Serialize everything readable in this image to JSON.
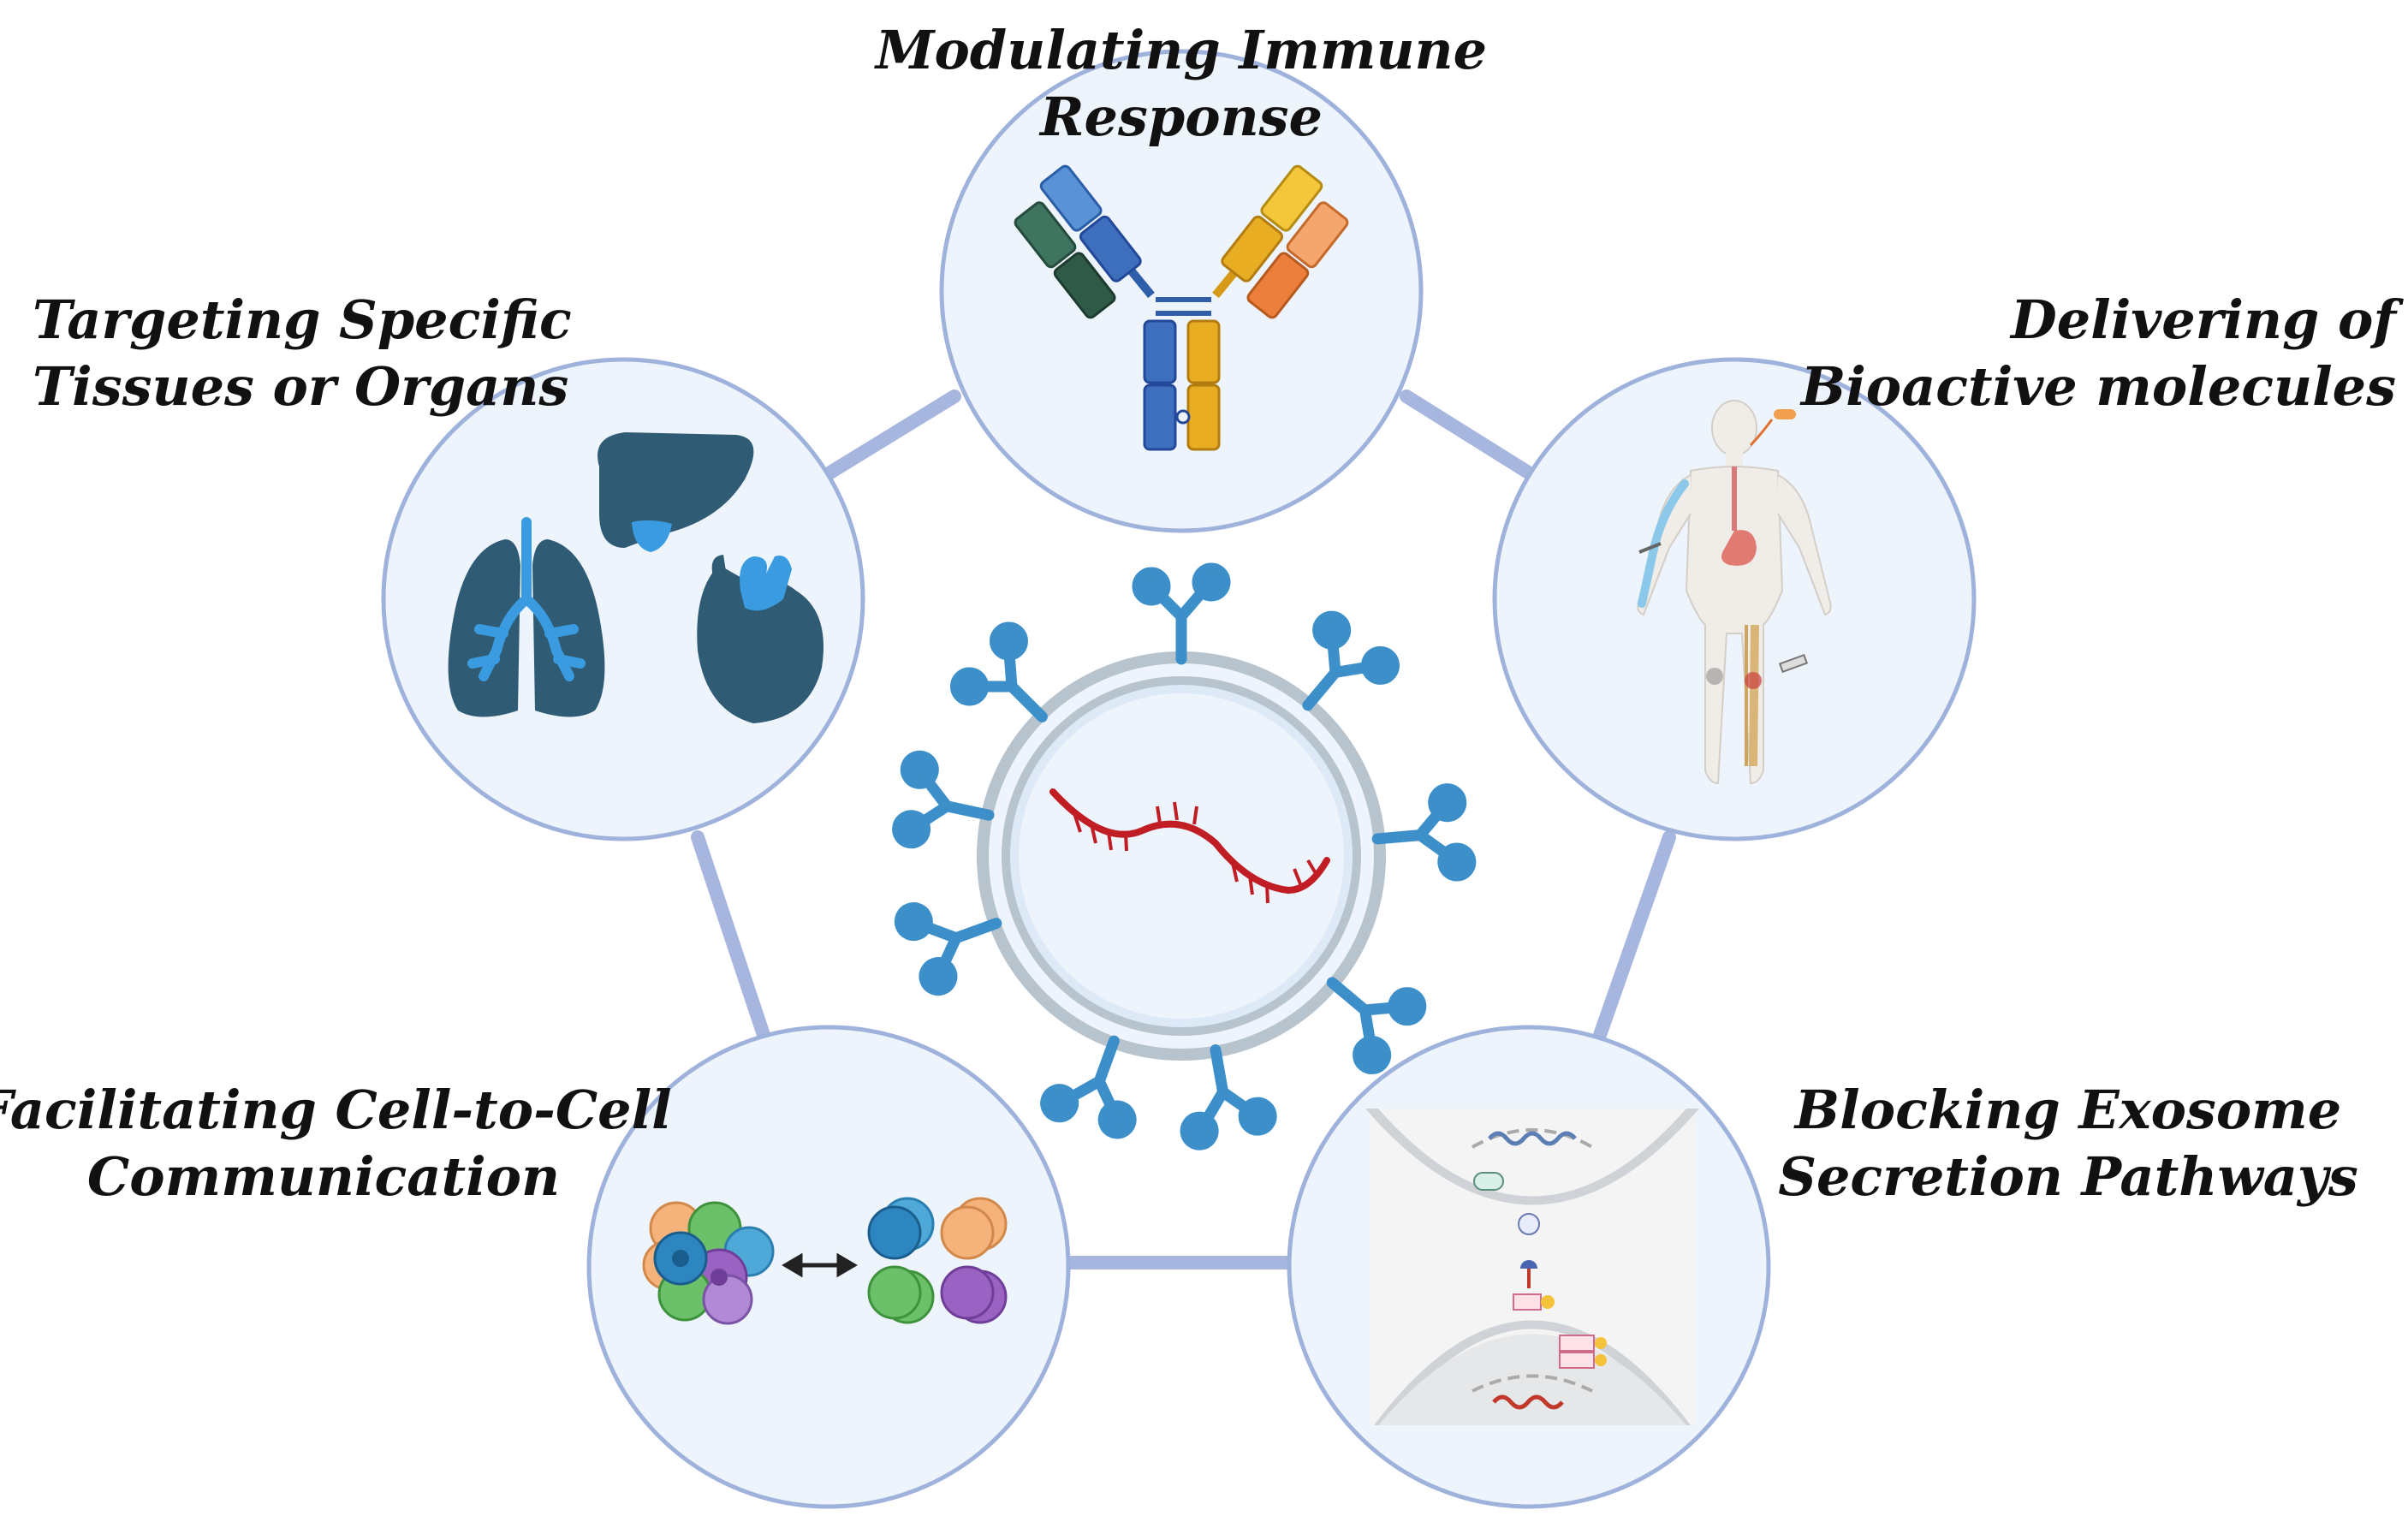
{
  "labels": {
    "immune": [
      "Modulating Immune",
      "Response"
    ],
    "targeting": [
      "Targeting Specific",
      "Tissues or Organs"
    ],
    "delivering": [
      "Delivering of",
      "Bioactive molecules"
    ],
    "facilitating": [
      "Facilitating Cell-to-Cell",
      "Communication"
    ],
    "blocking": [
      "Blocking Exosome",
      "Secretion Pathways"
    ]
  },
  "colors": {
    "circle_fill": "#eef4fc",
    "circle_stroke": "#9fb2dc",
    "connector": "#a7b6df",
    "exosome_membrane": "#b7c3cd",
    "exosome_fill": "#e4eefa",
    "receptor": "#3d8fc9",
    "rna": "#c01e24",
    "organ": "#2f5b74",
    "organ_highlight": "#3a9be0",
    "antibody_blue": "#3e6fbd",
    "antibody_gold": "#e9ad24",
    "antibody_green": "#3f7560",
    "antibody_orange": "#ed7f3c"
  },
  "icons": [
    "antibody-icon",
    "liver-icon",
    "lungs-icon",
    "heart-icon",
    "human-body-icon",
    "cell-cluster-icon",
    "double-arrow-icon",
    "exosome-icon",
    "rna-strand-icon",
    "cell-membrane-icon"
  ]
}
